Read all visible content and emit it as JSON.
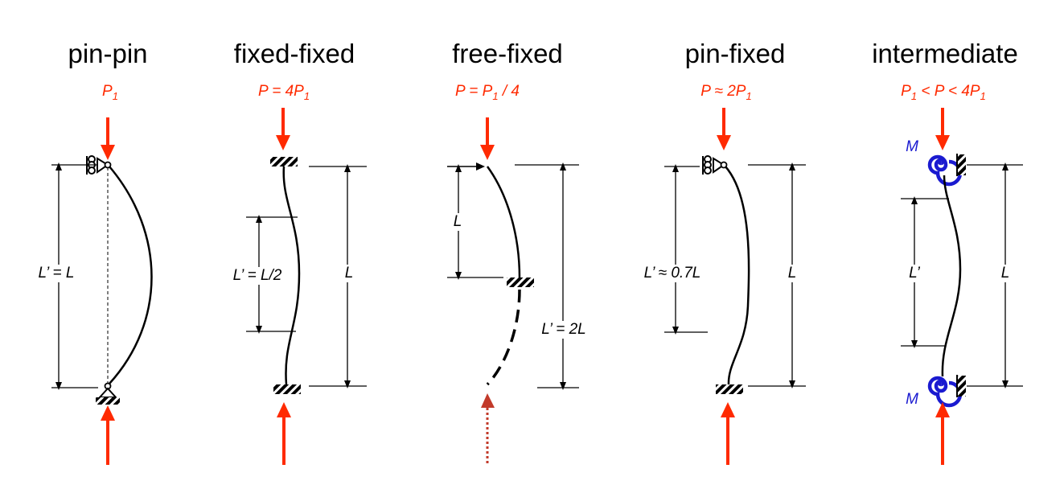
{
  "colors": {
    "load": "#ff2a00",
    "moment": "#1a1ad0",
    "line": "#000000"
  },
  "panels": [
    {
      "title": "pin-pin",
      "load": {
        "prefix": "",
        "sub": "1",
        "suffix": "",
        "base": "P"
      },
      "effective_length": "L’ = L"
    },
    {
      "title": "fixed-fixed",
      "load": {
        "base": "P = 4P",
        "sub": "1",
        "suffix": ""
      },
      "effective_length": "L’ = L/2",
      "length": "L"
    },
    {
      "title": "free-fixed",
      "load": {
        "base": "P = P",
        "sub": "1",
        "suffix": " / 4"
      },
      "length": "L",
      "effective_length": "L’ = 2L"
    },
    {
      "title": "pin-fixed",
      "load": {
        "base": "P ≈ 2P",
        "sub": "1",
        "suffix": ""
      },
      "effective_length": "L’ ≈ 0.7L",
      "length": "L"
    },
    {
      "title": "intermediate",
      "load": {
        "base": "P",
        "sub": "1",
        "suffix": " < P  < 4P",
        "sub2": "1"
      },
      "effective_length": "L’",
      "length": "L",
      "moment_top": "M",
      "moment_bottom": "M"
    }
  ]
}
